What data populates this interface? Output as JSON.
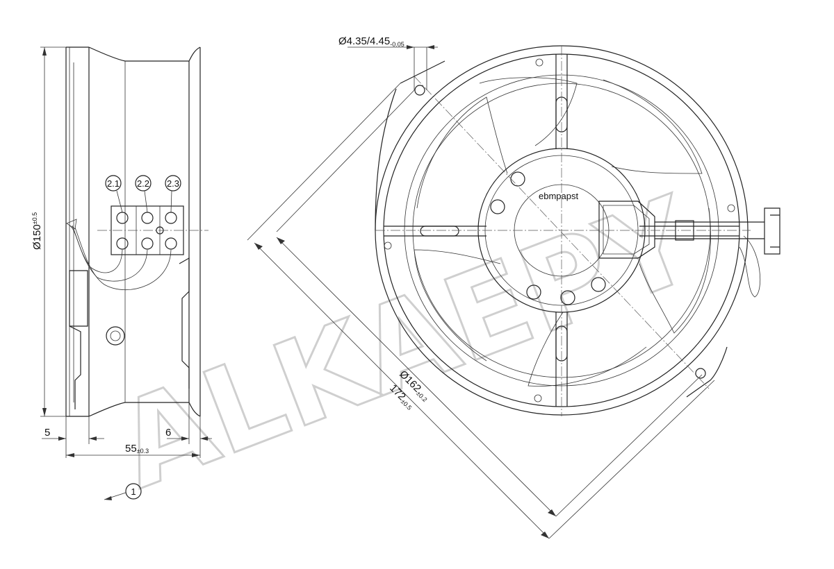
{
  "drawing": {
    "watermark": "ALKAEPY",
    "brand_label": "ebmpapst",
    "terminals": [
      "2.1",
      "2.2",
      "2.3"
    ],
    "callout": "1",
    "dimensions": {
      "side_diameter": {
        "main": "Ø150",
        "tol": "±0.5"
      },
      "offset_left": {
        "main": "5",
        "tol": ""
      },
      "offset_right": {
        "main": "6",
        "tol": ""
      },
      "depth": {
        "main": "55",
        "tol": "±0.3"
      },
      "hole": {
        "main": "Ø4.35/4.45",
        "tol": "-0.05"
      },
      "bolt_circle": {
        "main": "Ø162",
        "tol": "±0.2"
      },
      "diagonal": {
        "main": "172",
        "tol": "±0.5"
      }
    }
  }
}
